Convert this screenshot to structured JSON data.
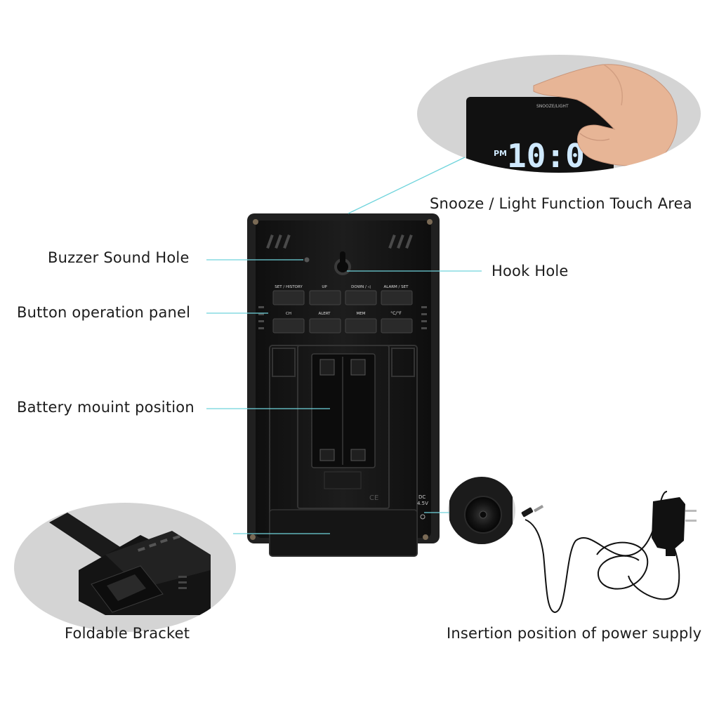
{
  "callouts": {
    "snooze": "Snooze / Light Function Touch Area",
    "buzzer": "Buzzer Sound Hole",
    "hook": "Hook Hole",
    "buttons": "Button operation panel",
    "battery": "Battery mouint position",
    "bracket": "Foldable Bracket",
    "power": "Insertion position of power supply"
  },
  "device": {
    "buttons_row1": [
      "SET / HISTORY",
      "UP",
      "DOWN / ◁",
      "ALARM / SET"
    ],
    "buttons_row2": [
      "CH",
      "ALERT",
      "MEM",
      "°C/°F"
    ],
    "dc_label": "DC",
    "voltage_label": "4.5V",
    "ce_mark": "CE"
  },
  "inset_snooze": {
    "top_label": "SNOOZE/LIGHT",
    "pm": "PM",
    "digits": "10:0"
  },
  "colors": {
    "callout_line": "#6fd4dc",
    "device_body": "#161616",
    "inset_bg": "#d4d4d4",
    "lcd_digits": "#cfe9ff"
  }
}
